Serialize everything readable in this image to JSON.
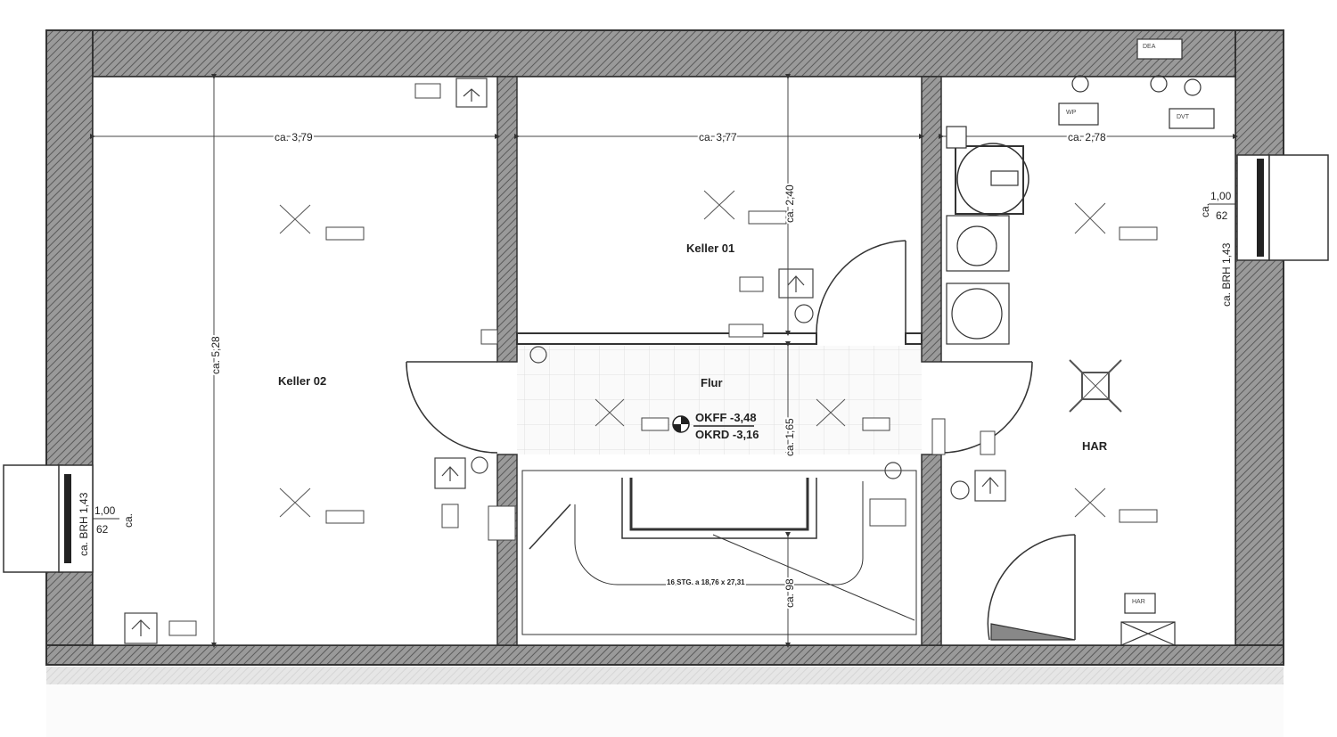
{
  "rooms": {
    "keller02": "Keller 02",
    "keller01": "Keller 01",
    "flur": "Flur",
    "har": "HAR"
  },
  "dimensions": {
    "keller02_width": "ca. 3,79",
    "keller01_width": "ca. 3,77",
    "har_width": "ca. 2,78",
    "keller02_depth": "ca. 5,28",
    "keller01_depth": "ca. 2,40",
    "flur_depth": "ca. 1,65",
    "stair_depth": "ca. 98"
  },
  "elevations": {
    "okff": "OKFF -3,48",
    "okrd": "OKRD -3,16"
  },
  "stair": {
    "spec": "16 STG. a 18,76 x 27,31"
  },
  "windows": {
    "left": {
      "width": "1,00",
      "height": "62",
      "ca": "ca.",
      "brh": "ca. BRH 1,43"
    },
    "right": {
      "width": "1,00",
      "height": "62",
      "ca": "ca.",
      "brh": "ca. BRH 1,43"
    }
  },
  "equipment": {
    "dea": "DEA",
    "har_box": "HAR",
    "wp": "WP",
    "dvt": "DVT"
  },
  "colors": {
    "wall_fill": "#8a8a8a",
    "line": "#333333",
    "tile": "#e2e2e2"
  }
}
